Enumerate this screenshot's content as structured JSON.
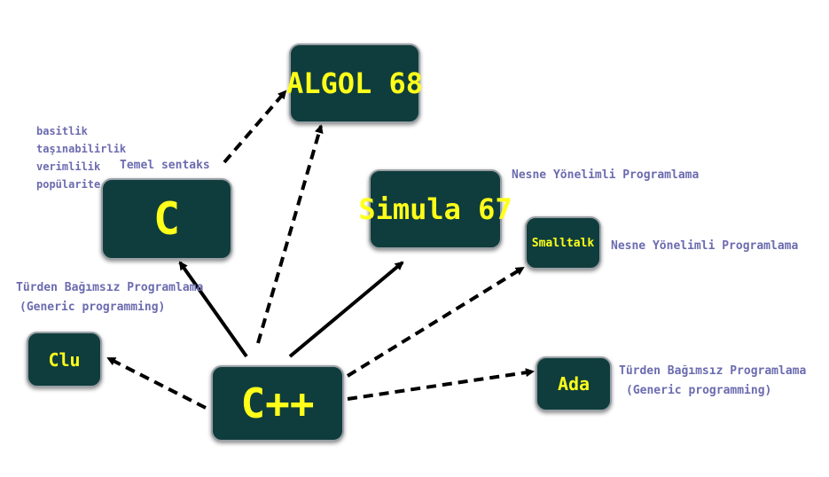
{
  "nodes": {
    "algol": "ALGOL 68",
    "c": "C",
    "simula": "Simula 67",
    "smalltalk": "Smalltalk",
    "clu": "Clu",
    "cpp": "C++",
    "ada": "Ada"
  },
  "notes": {
    "c_traits": [
      "basitlik",
      "taşınabilirlik",
      "verimlilik",
      "popülarite"
    ],
    "c_syntax": "Temel sentaks",
    "simula_oop": "Nesne Yönelimli Programlama",
    "smalltalk_oop": "Nesne Yönelimli Programlama",
    "clu_generic_1": "Türden Bağımsız Programlama",
    "clu_generic_2": "(Generic programming)",
    "ada_generic_1": "Türden Bağımsız Programlama",
    "ada_generic_2": "(Generic programming)"
  },
  "edges": [
    {
      "from": "c",
      "to": "algol",
      "style": "dashed"
    },
    {
      "from": "cpp",
      "to": "algol",
      "style": "dashed"
    },
    {
      "from": "cpp",
      "to": "c",
      "style": "solid"
    },
    {
      "from": "cpp",
      "to": "simula",
      "style": "solid"
    },
    {
      "from": "cpp",
      "to": "smalltalk",
      "style": "dashed"
    },
    {
      "from": "cpp",
      "to": "clu",
      "style": "dashed"
    },
    {
      "from": "cpp",
      "to": "ada",
      "style": "dashed"
    }
  ],
  "colors": {
    "node_fill": "#0f3d3d",
    "node_text": "#ffff1a",
    "note_text": "#6b6bb0",
    "edge": "#000000"
  }
}
